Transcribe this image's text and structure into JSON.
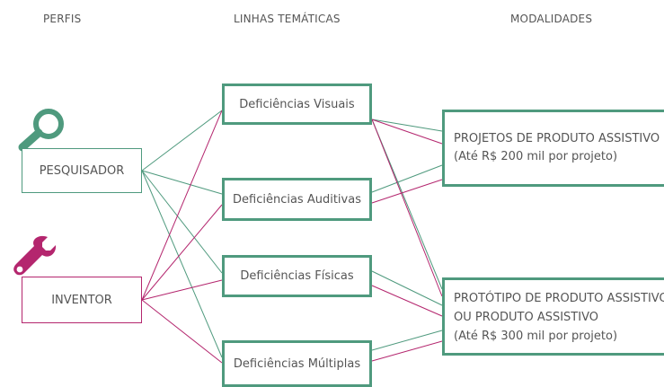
{
  "headers": {
    "perfis": "PERFIS",
    "linhas": "LINHAS TEMÁTICAS",
    "modalidades": "MODALIDADES"
  },
  "perfis": {
    "pesquisador": "PESQUISADOR",
    "inventor": "INVENTOR"
  },
  "linhas": {
    "visuais": "Deficiências Visuais",
    "auditivas": "Deficiências Auditivas",
    "fisicas": "Deficiências Físicas",
    "multiplas": "Deficiências Múltiplas"
  },
  "modalidades": {
    "projetos": {
      "line1": "PROJETOS DE PRODUTO ASSISTIVO",
      "line2": "(Até R$ 200 mil por projeto)"
    },
    "prototipo": {
      "line1": "PROTÓTIPO DE PRODUTO ASSISTIVO",
      "line2": "OU PRODUTO ASSISTIVO",
      "line3": "(Até R$ 300 mil por projeto)"
    }
  },
  "icons": {
    "pesquisador": "magnifier-icon",
    "inventor": "wrench-icon"
  },
  "colors": {
    "green": "#4f9a7e",
    "pink": "#b4266e"
  }
}
